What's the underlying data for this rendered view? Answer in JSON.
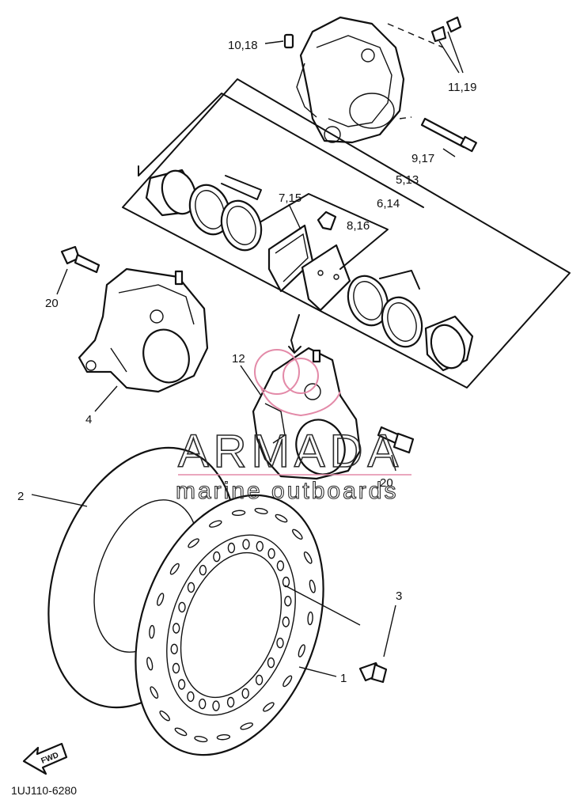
{
  "callouts": {
    "c10_18": "10,18",
    "c11_19": "11,19",
    "c9_17": "9,17",
    "c5_13": "5,13",
    "c6_14": "6,14",
    "c7_15": "7,15",
    "c8_16": "8,16",
    "c20a": "20",
    "c20b": "20",
    "c12": "12",
    "c4": "4",
    "c2": "2",
    "c3": "3",
    "c1": "1"
  },
  "watermark": {
    "brand": "ARMADA",
    "tagline": "marine outboards",
    "accent_color": "#e38aa8"
  },
  "fwd_label": "FWD",
  "diagram_code": "1UJ110-6280"
}
